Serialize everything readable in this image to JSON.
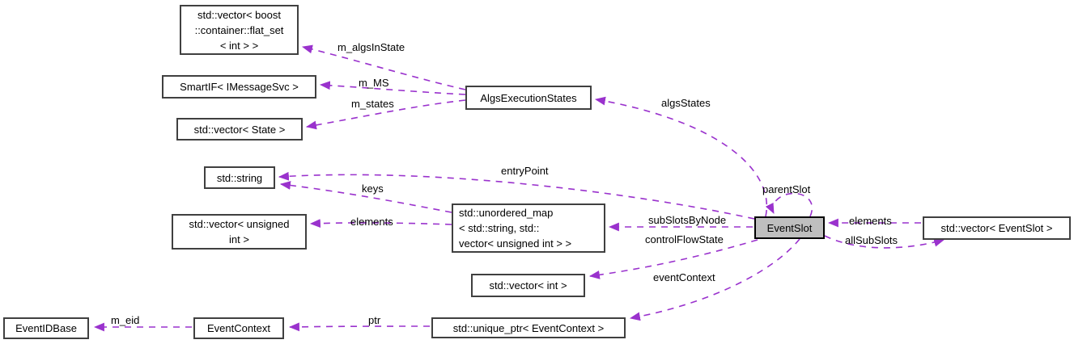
{
  "colors": {
    "edge": "#9a32cd",
    "node_border": "#404040",
    "highlight_fill": "#bfbfbf",
    "background": "#ffffff"
  },
  "nodes": {
    "flatset": "std::vector< boost\n::container::flat_set\n< int > >",
    "smartif": "SmartIF< IMessageSvc >",
    "vector_state": "std::vector< State >",
    "algs_execution_states": "AlgsExecutionStates",
    "std_string": "std::string",
    "vector_unsigned_int": "std::vector< unsigned\nint >",
    "unordered_map": "std::unordered_map\n< std::string, std::\nvector< unsigned int > >",
    "vector_int": "std::vector< int >",
    "event_slot": "EventSlot",
    "vector_event_slot": "std::vector< EventSlot >",
    "event_id_base": "EventIDBase",
    "event_context": "EventContext",
    "unique_ptr_event_context": "std::unique_ptr< EventContext >"
  },
  "edge_labels": {
    "m_algs_in_state": "m_algsInState",
    "m_ms": "m_MS",
    "m_states": "m_states",
    "algs_states": "algsStates",
    "entry_point": "entryPoint",
    "keys": "keys",
    "elements_map": "elements",
    "sub_slots_by_node": "subSlotsByNode",
    "control_flow_state": "controlFlowState",
    "parent_slot": "parentSlot",
    "elements_vector": "elements",
    "all_sub_slots": "allSubSlots",
    "event_context": "eventContext",
    "m_eid": "m_eid",
    "ptr": "ptr"
  }
}
